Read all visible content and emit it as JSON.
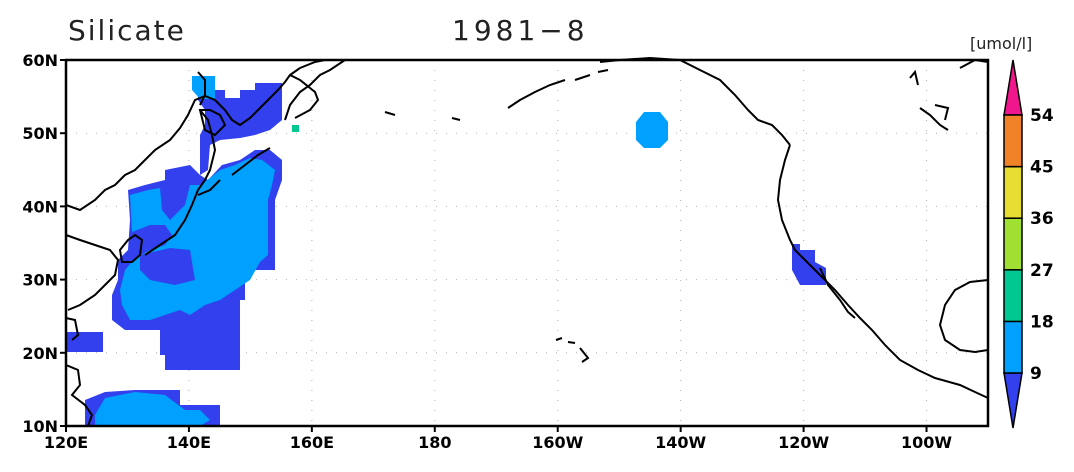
{
  "title": "Silicate",
  "period": "1981−8",
  "units": "[umol/l]",
  "colors": {
    "low": "#3240ee",
    "c9_18": "#00a0ff",
    "c18_27": "#00c890",
    "c27_36": "#a0e032",
    "c36_45": "#e6dc32",
    "c45_54": "#f08228",
    "high": "#f0168c",
    "coast": "#000000",
    "grid": "#b0b0b0"
  },
  "map": {
    "lon_min": 120,
    "lon_max": 270,
    "lat_min": 10,
    "lat_max": 60,
    "lat_ticks": [
      {
        "value": 60,
        "label": "60N"
      },
      {
        "value": 50,
        "label": "50N"
      },
      {
        "value": 40,
        "label": "40N"
      },
      {
        "value": 30,
        "label": "30N"
      },
      {
        "value": 20,
        "label": "20N"
      },
      {
        "value": 10,
        "label": "10N"
      }
    ],
    "lon_ticks": [
      {
        "value": 120,
        "label": "120E"
      },
      {
        "value": 140,
        "label": "140E"
      },
      {
        "value": 160,
        "label": "160E"
      },
      {
        "value": 180,
        "label": "180"
      },
      {
        "value": 200,
        "label": "160W"
      },
      {
        "value": 220,
        "label": "140W"
      },
      {
        "value": 240,
        "label": "120W"
      },
      {
        "value": 260,
        "label": "100W"
      }
    ]
  },
  "colorbar": {
    "levels": [
      9,
      18,
      27,
      36,
      45,
      54
    ]
  }
}
